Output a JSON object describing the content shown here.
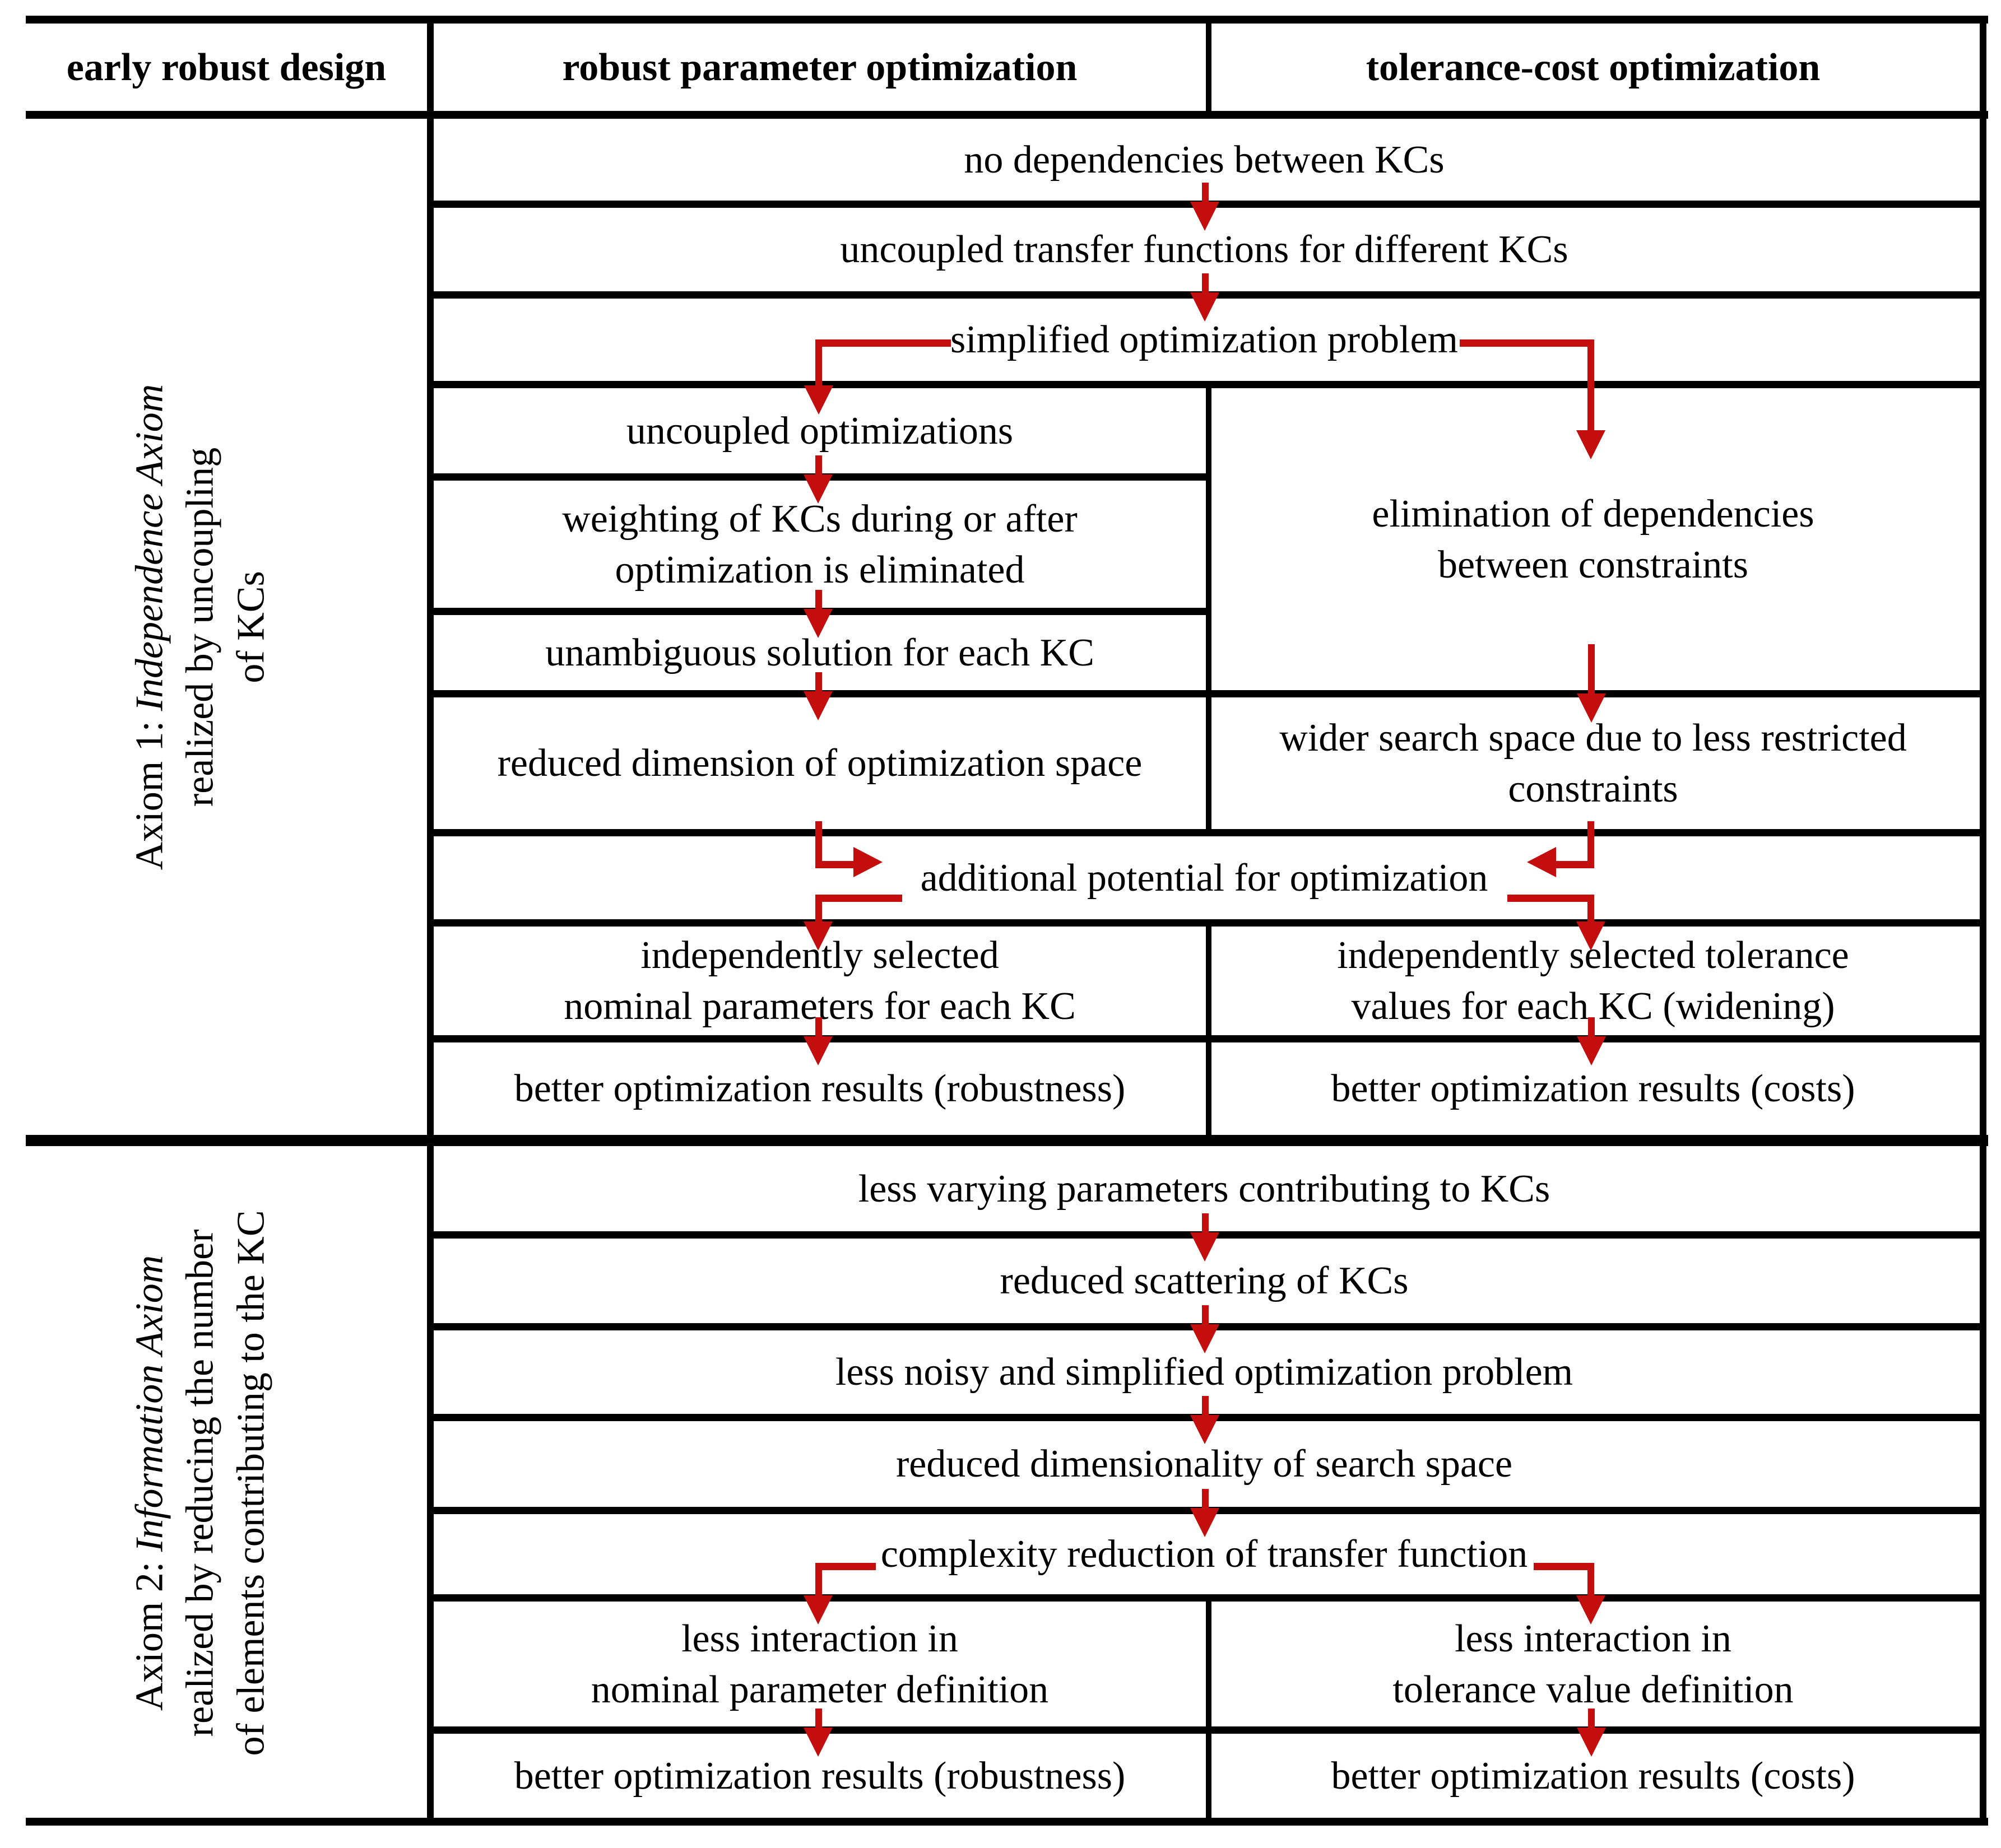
{
  "header": {
    "early": "early robust design",
    "rpo": "robust parameter optimization",
    "tco": "tolerance-cost optimization"
  },
  "axiom1": {
    "label": {
      "prefix": "Axiom 1: ",
      "italic": "Independence Axiom",
      "line2": "realized by uncoupling",
      "line3": "of KCs"
    },
    "no_dependencies": "no dependencies between KCs",
    "uncoupled_transfer": "uncoupled transfer functions for different KCs",
    "simplified_problem": "simplified optimization problem",
    "uncoupled_optimizations": "uncoupled optimizations",
    "weighting": "weighting of KCs during or after\noptimization is eliminated",
    "unambiguous": "unambiguous solution for each KC",
    "reduced_dimension": "reduced dimension of optimization space",
    "elimination": "elimination of dependencies\nbetween constraints",
    "wider_search": "wider search space due to less restricted\nconstraints",
    "additional_potential": "additional potential for optimization",
    "independent_nominal": "independently selected\nnominal parameters for each KC",
    "independent_tolerance": "independently selected tolerance\nvalues for each KC (widening)",
    "better_robustness": "better optimization results (robustness)",
    "better_costs": "better optimization results (costs)"
  },
  "axiom2": {
    "label": {
      "prefix": "Axiom 2: ",
      "italic": "Information Axiom",
      "line2": "realized by reducing the number",
      "line3": "of elements contributing to the KC"
    },
    "less_varying": "less varying parameters contributing to KCs",
    "reduced_scattering": "reduced scattering of KCs",
    "less_noisy": "less noisy and simplified optimization problem",
    "reduced_dimensionality": "reduced dimensionality of search space",
    "complexity_reduction": "complexity reduction of transfer function",
    "less_interaction_nominal": "less interaction in\nnominal parameter definition",
    "less_interaction_tolerance": "less interaction in\ntolerance value definition",
    "better_robustness": "better optimization results (robustness)",
    "better_costs": "better optimization results (costs)"
  },
  "colors": {
    "arrow_red": "#c40d0d",
    "line_black": "#000000"
  }
}
